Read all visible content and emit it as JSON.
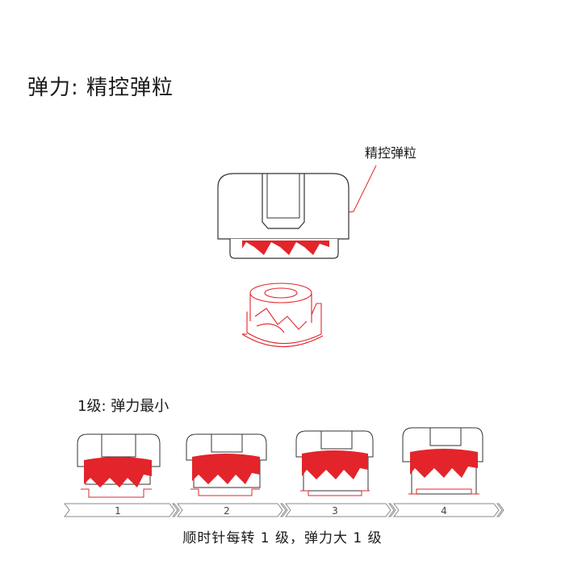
{
  "header": {
    "title": "弹力: 精控弹粒"
  },
  "callout": {
    "label": "精控弹粒"
  },
  "levels": {
    "title": "1级: 弹力最小",
    "steps": [
      "1",
      "2",
      "3",
      "4"
    ],
    "caption": "顺时针每转 1 级，弹力大 1 级"
  },
  "colors": {
    "accent": "#e3242b",
    "outline": "#333333"
  }
}
